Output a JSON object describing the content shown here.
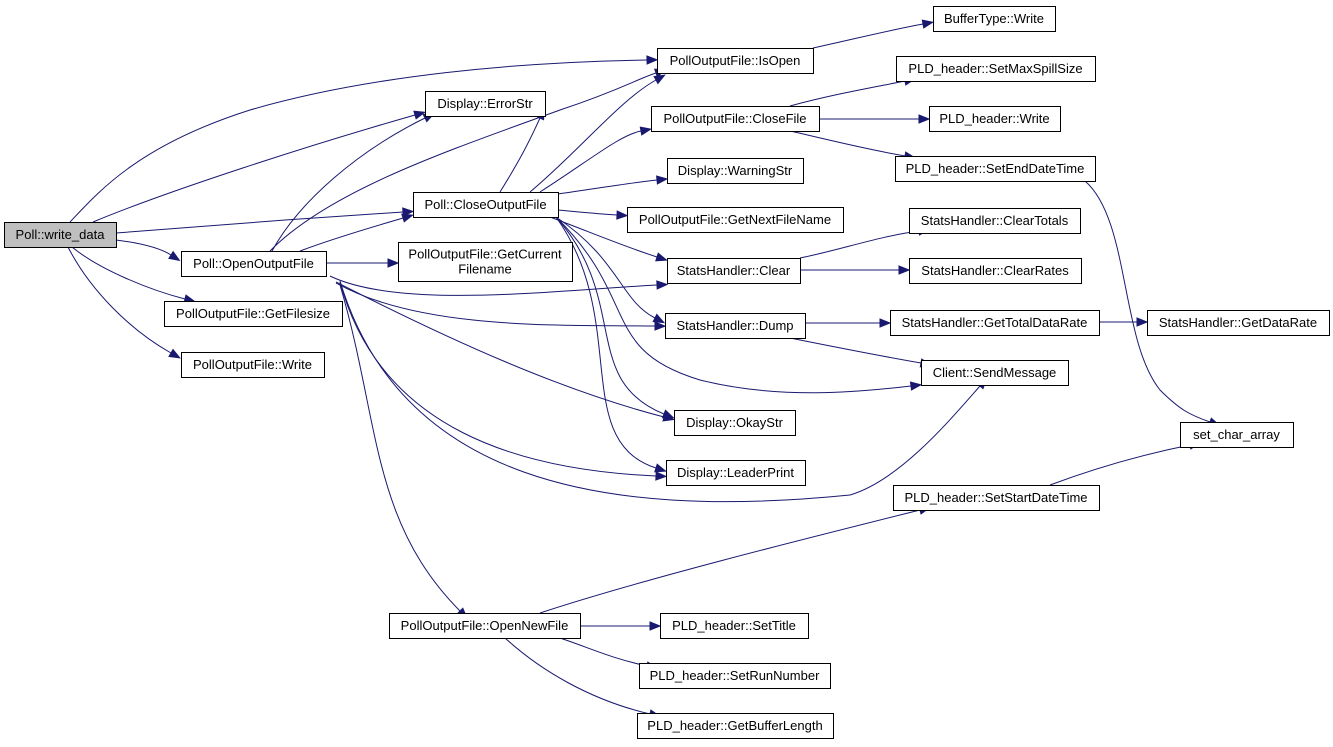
{
  "colors": {
    "edge": "#191970",
    "node_fill": "#ffffff",
    "root_fill": "#bfbfbf",
    "node_border": "#000000",
    "background": "#ffffff"
  },
  "nodes": [
    {
      "id": "write_data",
      "label": [
        "Poll::write_data"
      ],
      "root": true
    },
    {
      "id": "errorstr",
      "label": [
        "Display::ErrorStr"
      ]
    },
    {
      "id": "getfilesize",
      "label": [
        "PollOutputFile::GetFilesize"
      ]
    },
    {
      "id": "isopen",
      "label": [
        "PollOutputFile::IsOpen"
      ]
    },
    {
      "id": "openoutputfile",
      "label": [
        "Poll::OpenOutputFile"
      ]
    },
    {
      "id": "closeoutputfile",
      "label": [
        "Poll::CloseOutputFile"
      ]
    },
    {
      "id": "pof_write",
      "label": [
        "PollOutputFile::Write"
      ]
    },
    {
      "id": "buffertype_write",
      "label": [
        "BufferType::Write"
      ]
    },
    {
      "id": "closefile",
      "label": [
        "PollOutputFile::CloseFile"
      ]
    },
    {
      "id": "warningstr",
      "label": [
        "Display::WarningStr"
      ]
    },
    {
      "id": "getnextfilename",
      "label": [
        "PollOutputFile::GetNextFileName"
      ]
    },
    {
      "id": "stats_clear",
      "label": [
        "StatsHandler::Clear"
      ]
    },
    {
      "id": "stats_dump",
      "label": [
        "StatsHandler::Dump"
      ]
    },
    {
      "id": "sendmessage",
      "label": [
        "Client::SendMessage"
      ]
    },
    {
      "id": "okaystr",
      "label": [
        "Display::OkayStr"
      ]
    },
    {
      "id": "leaderprint",
      "label": [
        "Display::LeaderPrint"
      ]
    },
    {
      "id": "setmaxspillsize",
      "label": [
        "PLD_header::SetMaxSpillSize"
      ]
    },
    {
      "id": "pld_write",
      "label": [
        "PLD_header::Write"
      ]
    },
    {
      "id": "setenddatetime",
      "label": [
        "PLD_header::SetEndDateTime"
      ]
    },
    {
      "id": "set_char_array",
      "label": [
        "set_char_array"
      ]
    },
    {
      "id": "cleartotals",
      "label": [
        "StatsHandler::ClearTotals"
      ]
    },
    {
      "id": "clearrates",
      "label": [
        "StatsHandler::ClearRates"
      ]
    },
    {
      "id": "gettotaldatarate",
      "label": [
        "StatsHandler::GetTotalDataRate"
      ]
    },
    {
      "id": "getdatarate",
      "label": [
        "StatsHandler::GetDataRate"
      ]
    },
    {
      "id": "getcurrentfilename",
      "label": [
        "PollOutputFile::GetCurrent",
        "Filename"
      ]
    },
    {
      "id": "openewfile",
      "label": [
        "PollOutputFile::OpenNewFile"
      ]
    },
    {
      "id": "setstartdatetime",
      "label": [
        "PLD_header::SetStartDateTime"
      ]
    },
    {
      "id": "settitle",
      "label": [
        "PLD_header::SetTitle"
      ]
    },
    {
      "id": "setrunnumber",
      "label": [
        "PLD_header::SetRunNumber"
      ]
    },
    {
      "id": "getbufferlength",
      "label": [
        "PLD_header::GetBufferLength"
      ]
    }
  ],
  "edges": [
    {
      "from": "write_data",
      "to": "isopen"
    },
    {
      "from": "write_data",
      "to": "errorstr"
    },
    {
      "from": "write_data",
      "to": "closeoutputfile"
    },
    {
      "from": "write_data",
      "to": "openoutputfile"
    },
    {
      "from": "write_data",
      "to": "getfilesize"
    },
    {
      "from": "write_data",
      "to": "pof_write"
    },
    {
      "from": "isopen",
      "to": "buffertype_write"
    },
    {
      "from": "openoutputfile",
      "to": "errorstr"
    },
    {
      "from": "openoutputfile",
      "to": "isopen"
    },
    {
      "from": "openoutputfile",
      "to": "closeoutputfile"
    },
    {
      "from": "openoutputfile",
      "to": "getcurrentfilename"
    },
    {
      "from": "openoutputfile",
      "to": "stats_clear"
    },
    {
      "from": "openoutputfile",
      "to": "stats_dump"
    },
    {
      "from": "openoutputfile",
      "to": "sendmessage"
    },
    {
      "from": "openoutputfile",
      "to": "okaystr"
    },
    {
      "from": "openoutputfile",
      "to": "leaderprint"
    },
    {
      "from": "openoutputfile",
      "to": "openewfile"
    },
    {
      "from": "closeoutputfile",
      "to": "isopen"
    },
    {
      "from": "closeoutputfile",
      "to": "errorstr"
    },
    {
      "from": "closeoutputfile",
      "to": "closefile"
    },
    {
      "from": "closeoutputfile",
      "to": "warningstr"
    },
    {
      "from": "closeoutputfile",
      "to": "getnextfilename"
    },
    {
      "from": "closeoutputfile",
      "to": "stats_clear"
    },
    {
      "from": "closeoutputfile",
      "to": "stats_dump"
    },
    {
      "from": "closeoutputfile",
      "to": "sendmessage"
    },
    {
      "from": "closeoutputfile",
      "to": "okaystr"
    },
    {
      "from": "closeoutputfile",
      "to": "leaderprint"
    },
    {
      "from": "closefile",
      "to": "setmaxspillsize"
    },
    {
      "from": "closefile",
      "to": "pld_write"
    },
    {
      "from": "closefile",
      "to": "setenddatetime"
    },
    {
      "from": "setenddatetime",
      "to": "set_char_array"
    },
    {
      "from": "stats_clear",
      "to": "cleartotals"
    },
    {
      "from": "stats_clear",
      "to": "clearrates"
    },
    {
      "from": "stats_dump",
      "to": "gettotaldatarate"
    },
    {
      "from": "stats_dump",
      "to": "sendmessage"
    },
    {
      "from": "gettotaldatarate",
      "to": "getdatarate"
    },
    {
      "from": "openewfile",
      "to": "setstartdatetime"
    },
    {
      "from": "openewfile",
      "to": "settitle"
    },
    {
      "from": "openewfile",
      "to": "setrunnumber"
    },
    {
      "from": "openewfile",
      "to": "getbufferlength"
    },
    {
      "from": "setstartdatetime",
      "to": "set_char_array"
    }
  ]
}
